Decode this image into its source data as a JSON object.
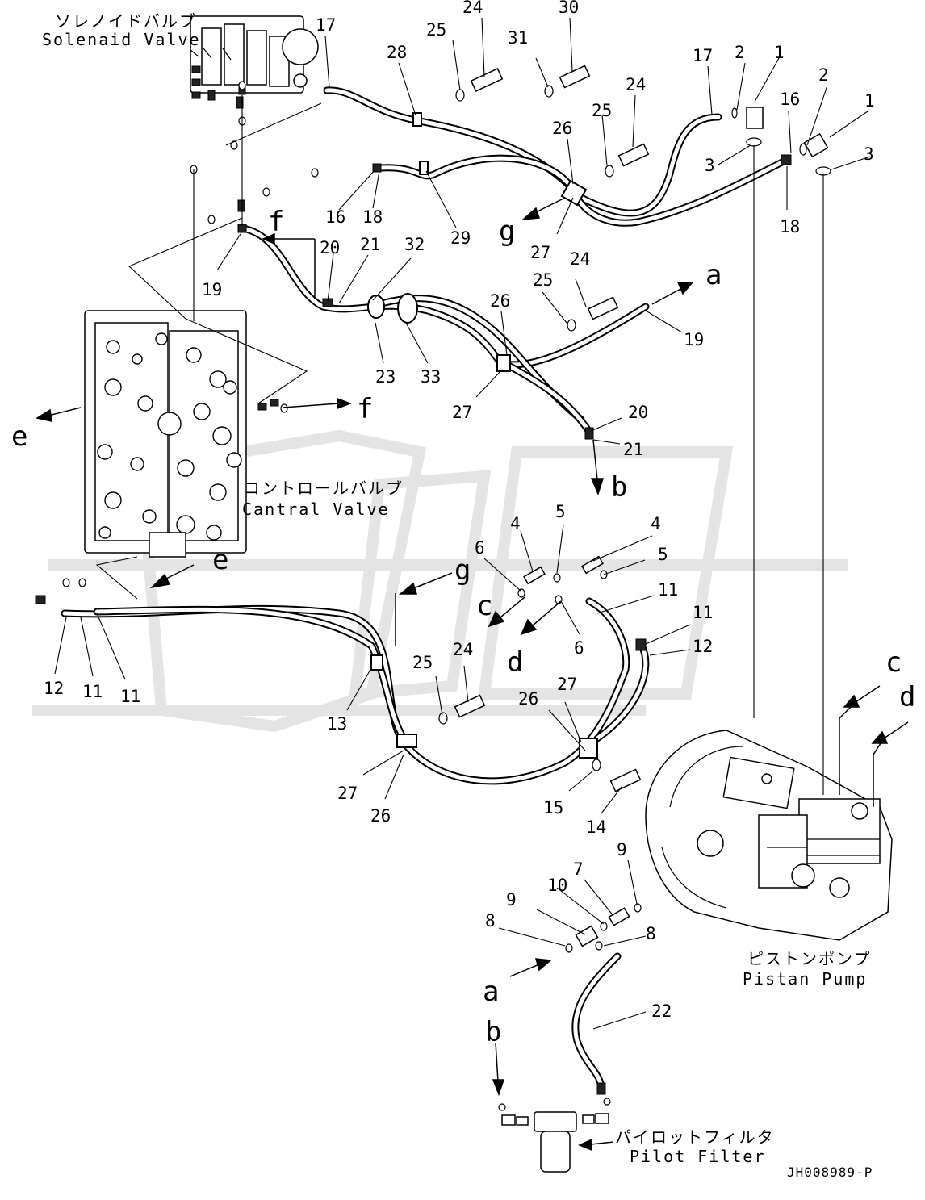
{
  "components": {
    "solenoid_valve": {
      "jp": "ソレノイドバルブ",
      "en": "Solenaid Valve"
    },
    "control_valve": {
      "jp": "コントロールバルブ",
      "en": "Cantral Valve"
    },
    "piston_pump": {
      "jp": "ピストンポンプ",
      "en": "Pistan Pump"
    },
    "pilot_filter": {
      "jp": "パイロットフィルタ",
      "en": "Pilot Filter"
    }
  },
  "drawing_code": "JH008989-P",
  "callouts": [
    "17",
    "24",
    "30",
    "25",
    "31",
    "28",
    "17",
    "2",
    "1",
    "16",
    "2",
    "1",
    "24",
    "25",
    "26",
    "3",
    "3",
    "18",
    "16",
    "18",
    "29",
    "g",
    "27",
    "f",
    "20",
    "21",
    "32",
    "19",
    "a",
    "24",
    "25",
    "26",
    "19",
    "23",
    "33",
    "f",
    "e",
    "20",
    "27",
    "21",
    "b",
    "5",
    "4",
    "4",
    "6",
    "5",
    "11",
    "c",
    "d",
    "6",
    "11",
    "12",
    "g",
    "e",
    "12",
    "11",
    "11",
    "25",
    "24",
    "13",
    "27",
    "26",
    "27",
    "26",
    "15",
    "14",
    "c",
    "d",
    "9",
    "7",
    "10",
    "9",
    "8",
    "8",
    "a",
    "22",
    "b"
  ]
}
